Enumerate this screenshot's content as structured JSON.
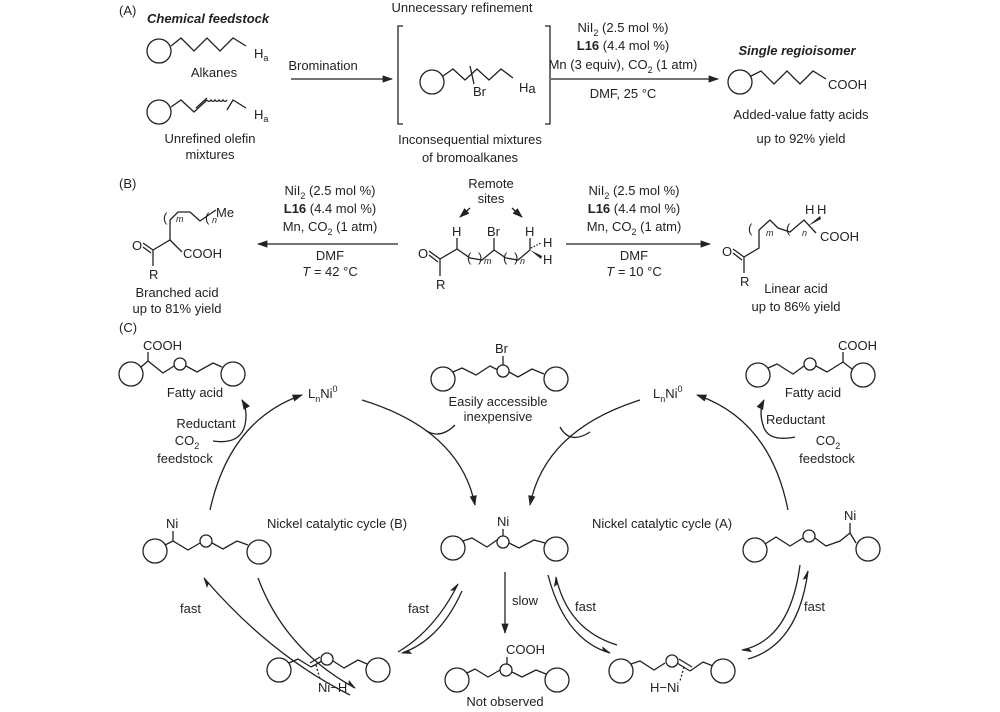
{
  "panelA": {
    "label": "(A)",
    "feedstock_title": "Chemical feedstock",
    "alkanes_label": "Alkanes",
    "olefin_label_line1": "Unrefined olefin",
    "olefin_label_line2": "mixtures",
    "ha": "H",
    "ha_sub": "a",
    "bromination_label": "Bromination",
    "bracket_top_label": "Unnecessary refinement",
    "bracket_bottom_line1": "Inconsequential mixtures",
    "bracket_bottom_line2": "of bromoalkanes",
    "br": "Br",
    "cond_line1_a": "NiI",
    "cond_line1_sub": "2",
    "cond_line1_b": " (2.5 mol %)",
    "cond_line2_bold": "L16",
    "cond_line2_rest": " (4.4 mol %)",
    "cond_line3_a": "Mn (3 equiv), CO",
    "cond_line3_sub": "2",
    "cond_line3_b": " (1 atm)",
    "cond_line4": "DMF, 25 °C",
    "product_title": "Single regioisomer",
    "cooh": "COOH",
    "product_label_line1": "Added-value fatty acids",
    "product_label_line2": "up to 92% yield"
  },
  "panelB": {
    "label": "(B)",
    "remote_line1": "Remote",
    "remote_line2": "sites",
    "left_cond": {
      "l1a": "NiI",
      "l1sub": "2",
      "l1b": " (2.5 mol %)",
      "l2bold": "L16",
      "l2rest": " (4.4 mol %)",
      "l3a": "Mn, CO",
      "l3sub": "2",
      "l3b": " (1 atm)",
      "l4": "DMF",
      "l5a": "T",
      "l5b": " = 42 °C"
    },
    "right_cond": {
      "l1a": "NiI",
      "l1sub": "2",
      "l1b": " (2.5 mol %)",
      "l2bold": "L16",
      "l2rest": " (4.4 mol %)",
      "l3a": "Mn, CO",
      "l3sub": "2",
      "l3b": " (1 atm)",
      "l4": "DMF",
      "l5a": "T",
      "l5b": " = 10 °C"
    },
    "branched_label_line1": "Branched acid",
    "branched_label_line2": "up to 81% yield",
    "linear_label_line1": "Linear acid",
    "linear_label_line2": "up to 86% yield",
    "atoms": {
      "O": "O",
      "R": "R",
      "H": "H",
      "Br": "Br",
      "Me": "Me",
      "COOH": "COOH",
      "m": "m",
      "n": "n",
      "paren_open": "(",
      "paren_close": ")"
    }
  },
  "panelC": {
    "label": "(C)",
    "fatty_acid_label": "Fatty acid",
    "cooh": "COOH",
    "lnni_a": "L",
    "lnni_sub": "n",
    "lnni_b": "Ni",
    "lnni_sup": "0",
    "reductant": "Reductant",
    "co2_a": "CO",
    "co2_sub": "2",
    "feedstock": "feedstock",
    "br": "Br",
    "substrate_line1": "Easily accessible",
    "substrate_line2": "inexpensive",
    "ni": "Ni",
    "cycle_b_label": "Nickel catalytic cycle (B)",
    "cycle_a_label": "Nickel catalytic cycle (A)",
    "fast": "fast",
    "slow": "slow",
    "nih_left": "Ni−H",
    "nih_right": "H−Ni",
    "not_observed": "Not observed"
  }
}
